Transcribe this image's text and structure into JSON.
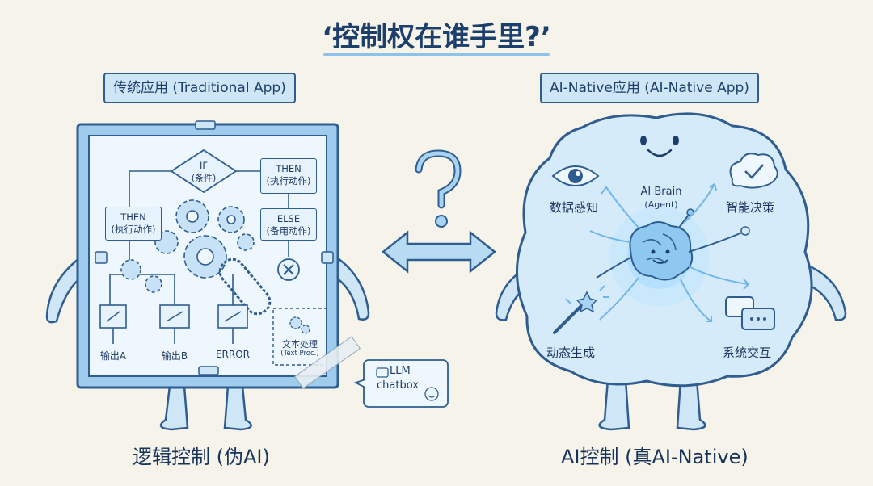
{
  "title": "‘控制权在谁手里?’",
  "left_panel": {
    "label": "传统应用 (Traditional App)",
    "caption": "逻辑控制 (伪AI)",
    "flow": {
      "if_label": "IF",
      "if_sub": "(条件)",
      "then_top_label": "THEN",
      "then_top_sub": "(执行动作)",
      "then_left_label": "THEN",
      "then_left_sub": "(执行动作)",
      "else_label": "ELSE",
      "else_sub": "(备用动作)",
      "output_a": "输出A",
      "output_b": "输出B",
      "output_error": "ERROR",
      "text_proc": "文本处理",
      "text_proc_sub": "(Text Proc.)"
    },
    "chatbox": {
      "line1": "LLM",
      "line2": "chatbox"
    }
  },
  "right_panel": {
    "label": "AI-Native应用 (AI-Native App)",
    "caption": "AI控制 (真AI-Native)",
    "brain_label": "AI Brain",
    "brain_sub": "(Agent)",
    "features": {
      "perception": "数据感知",
      "decision": "智能决策",
      "generation": "动态生成",
      "interaction": "系统交互"
    }
  },
  "colors": {
    "accent": "#2f5d8f",
    "light_blue": "#cfe6f7",
    "paper": "#f6f3ea"
  }
}
